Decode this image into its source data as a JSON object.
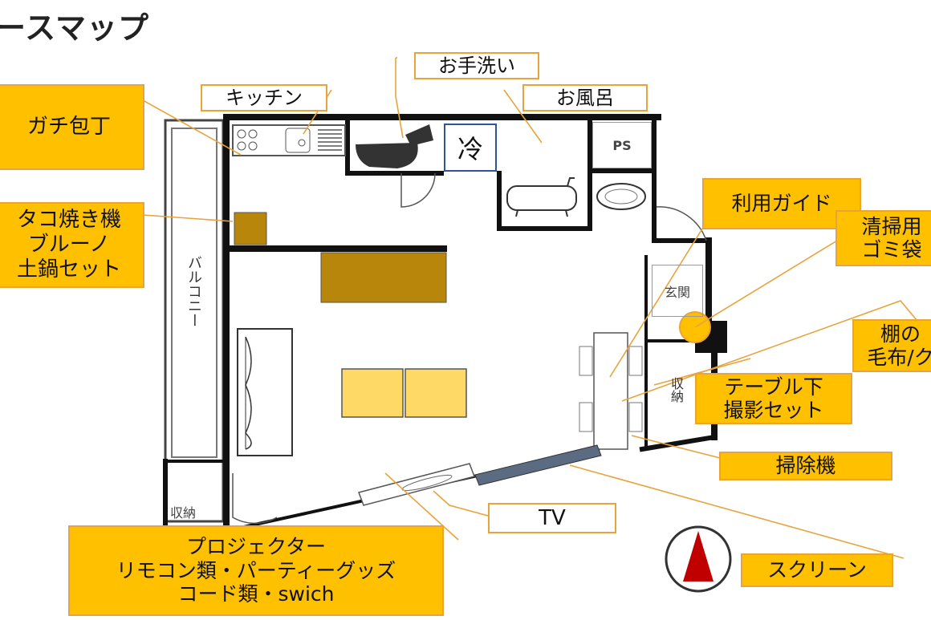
{
  "title": "ースマップ",
  "rooms": {
    "ice": "冷",
    "ps": "PS",
    "balcony": "バルコニー",
    "storage_left": "収納",
    "entrance": "玄関",
    "storage_right": "収納"
  },
  "labels": {
    "gachi": "ガチ包丁",
    "takoyaki": "タコ焼き機\nブルーノ\n土鍋セット",
    "kitchen": "キッチン",
    "handwash": "お手洗い",
    "bath": "お風呂",
    "guide": "利用ガイド",
    "cleaning": "清掃用\nゴミ袋",
    "shelf": "棚の\n毛布/ク",
    "under_table": "テーブル下\n撮影セット",
    "vacuum": "掃除機",
    "tv": "TV",
    "screen": "スクリーン",
    "projector": "プロジェクター\nリモコン類・パーティーグッズ\nコード類・swich"
  },
  "colors": {
    "label_fill": "#FFC000",
    "label_border": "#E8A33B",
    "furniture_brown": "#B8860B",
    "cushion_yellow": "#FFD966",
    "wall": "#111111",
    "compass": "#C00000"
  }
}
